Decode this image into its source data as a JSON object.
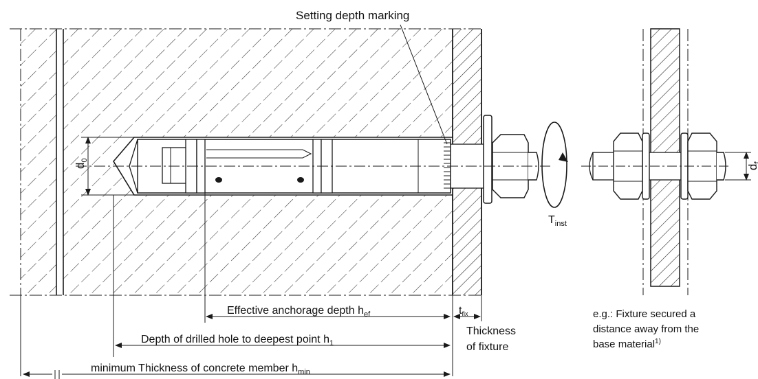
{
  "labels": {
    "setting_depth": "Setting depth marking",
    "d0_main": "d",
    "d0_sub": "0",
    "df_main": "d",
    "df_sub": "f",
    "torque_main": "T",
    "torque_sub": "inst",
    "hef_text": "Effective anchorage depth h",
    "hef_sub": "ef",
    "tfix_main": "t",
    "tfix_sub": "fix",
    "h1_text": "Depth of drilled hole to deepest point  h",
    "h1_sub": "1",
    "hmin_text": "minimum Thickness of concrete member h",
    "hmin_sub": "min",
    "thickness_line1": "Thickness",
    "thickness_line2": "of fixture",
    "example_line1": "e.g.: Fixture secured a",
    "example_line2": "distance away from the",
    "example_line3": "base material",
    "example_sup": "1)"
  },
  "colors": {
    "line": "#1a1a1a",
    "hatch": "#333333",
    "background": "#ffffff"
  }
}
